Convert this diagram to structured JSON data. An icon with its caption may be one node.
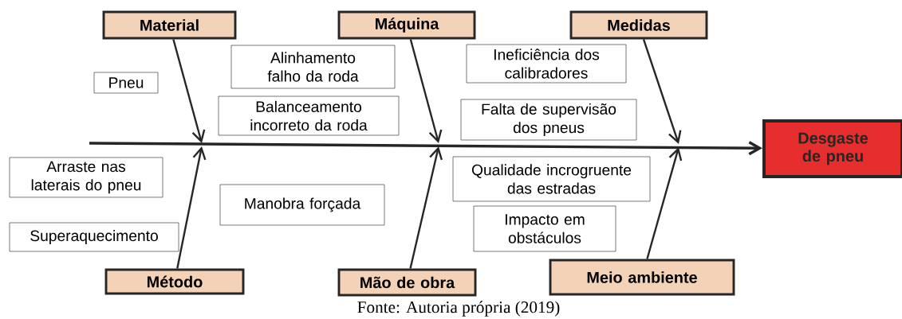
{
  "diagram": {
    "caption": "Fonte: Autoria própria (2019)",
    "nodes": [
      {
        "text": [
          "Material"
        ]
      },
      {
        "text": [
          "Máquina"
        ]
      },
      {
        "text": [
          "Medidas"
        ]
      },
      {
        "text": [
          "Alinhamento falho da roda"
        ]
      },
      {
        "text": [
          "Ineficiência dos calibradores"
        ]
      },
      {
        "text": [
          "Pneu"
        ]
      },
      {
        "text": [
          "Balanceamento incorreto da roda"
        ]
      },
      {
        "text": [
          "Falta de supervisão dos pneus"
        ]
      },
      {
        "text": [
          "Desgaste de pneu"
        ]
      },
      {
        "text": [
          "Arraste nas laterais do pneu"
        ]
      },
      {
        "text": [
          "Qualidade incrogruente das estradas"
        ]
      },
      {
        "text": [
          "Manobra forçada"
        ]
      },
      {
        "text": [
          "Impacto em obstáculos"
        ]
      },
      {
        "text": [
          "Superaquecimento"
        ]
      },
      {
        "text": [
          "Método"
        ]
      },
      {
        "text": [
          "Mão de obra"
        ]
      },
      {
        "text": [
          "Meio ambiente"
        ]
      }
    ],
    "edges": [
      {
        "from": null,
        "to": 8,
        "arrow": "to"
      },
      {
        "from": 0,
        "to": null,
        "arrow": "to"
      },
      {
        "from": 1,
        "to": null,
        "arrow": "to"
      },
      {
        "from": 2,
        "to": null,
        "arrow": "to"
      },
      {
        "from": 14,
        "to": null,
        "arrow": "to"
      },
      {
        "from": 15,
        "to": null,
        "arrow": "to"
      },
      {
        "from": 16,
        "to": null,
        "arrow": "to"
      }
    ]
  }
}
